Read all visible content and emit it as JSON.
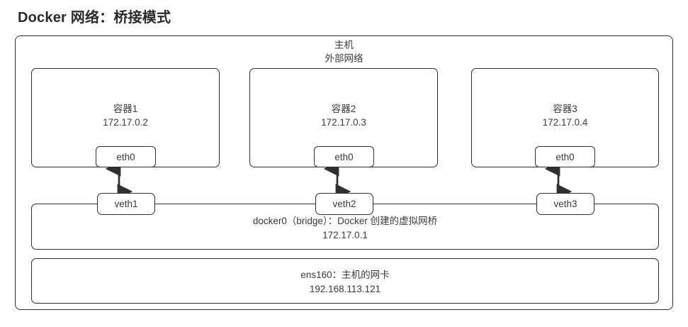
{
  "title": "Docker 网络：桥接模式",
  "host": {
    "name": "主机",
    "network": "外部网络"
  },
  "containers": [
    {
      "name": "容器1",
      "ip": "172.17.0.2",
      "iface": "eth0",
      "veth": "veth1"
    },
    {
      "name": "容器2",
      "ip": "172.17.0.3",
      "iface": "eth0",
      "veth": "veth2"
    },
    {
      "name": "容器3",
      "ip": "172.17.0.4",
      "iface": "eth0",
      "veth": "veth3"
    }
  ],
  "bridge": {
    "description": "docker0（bridge）：Docker 创建的虚拟网桥",
    "ip": "172.17.0.1"
  },
  "nic": {
    "description": "ens160：主机的网卡",
    "ip": "192.168.113.121"
  },
  "colors": {
    "stroke": "#2f2f2f",
    "text": "#3b3b3b",
    "title": "#2b2b2b",
    "background": "#ffffff"
  }
}
